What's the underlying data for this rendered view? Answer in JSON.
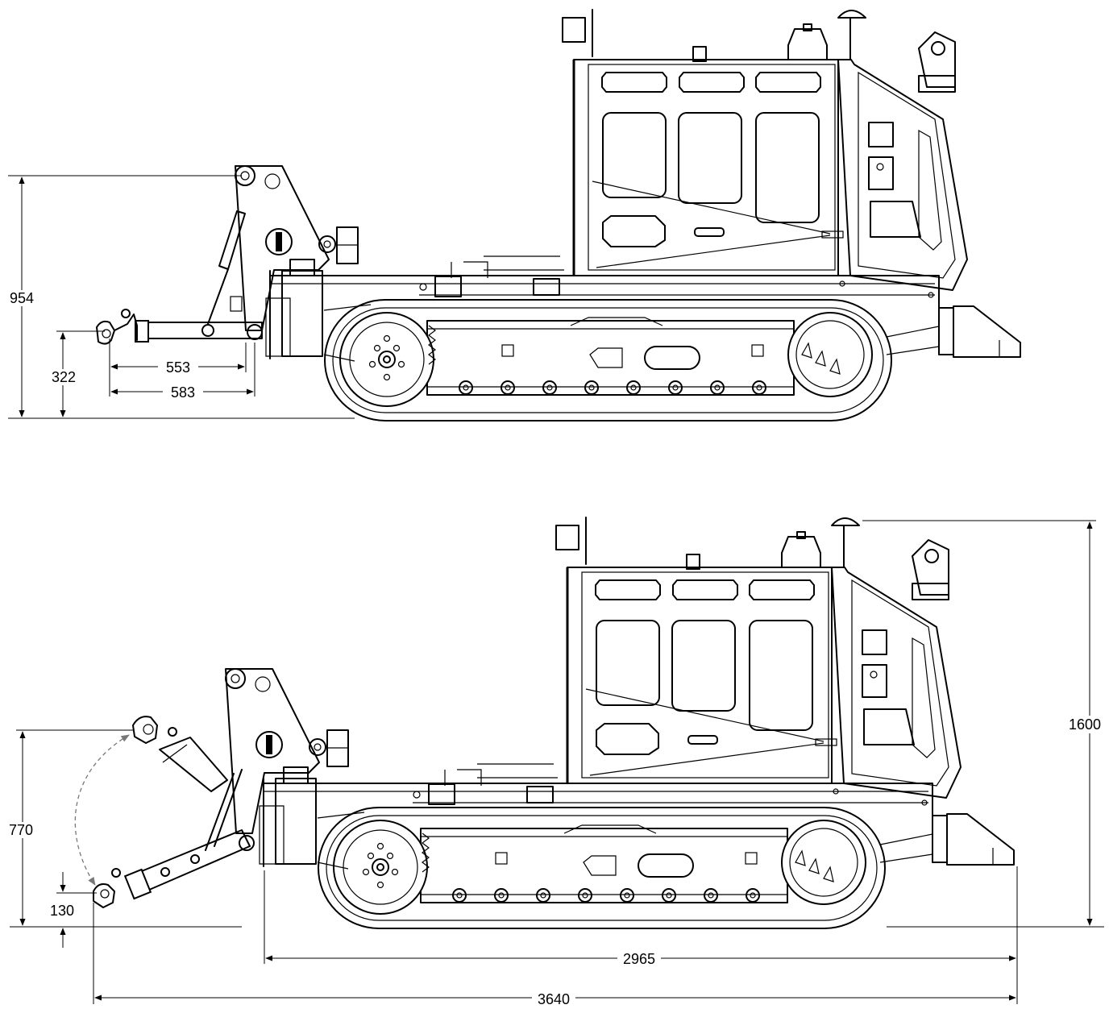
{
  "drawing": {
    "top_view": {
      "dimensions": {
        "height": "954",
        "hitch_height": "322",
        "reach_inner": "553",
        "reach_outer": "583"
      }
    },
    "bottom_view": {
      "dimensions": {
        "overall_height": "1600",
        "hitch_raised": "770",
        "hitch_lowered": "130",
        "track_length": "2965",
        "overall_length": "3640"
      }
    }
  }
}
